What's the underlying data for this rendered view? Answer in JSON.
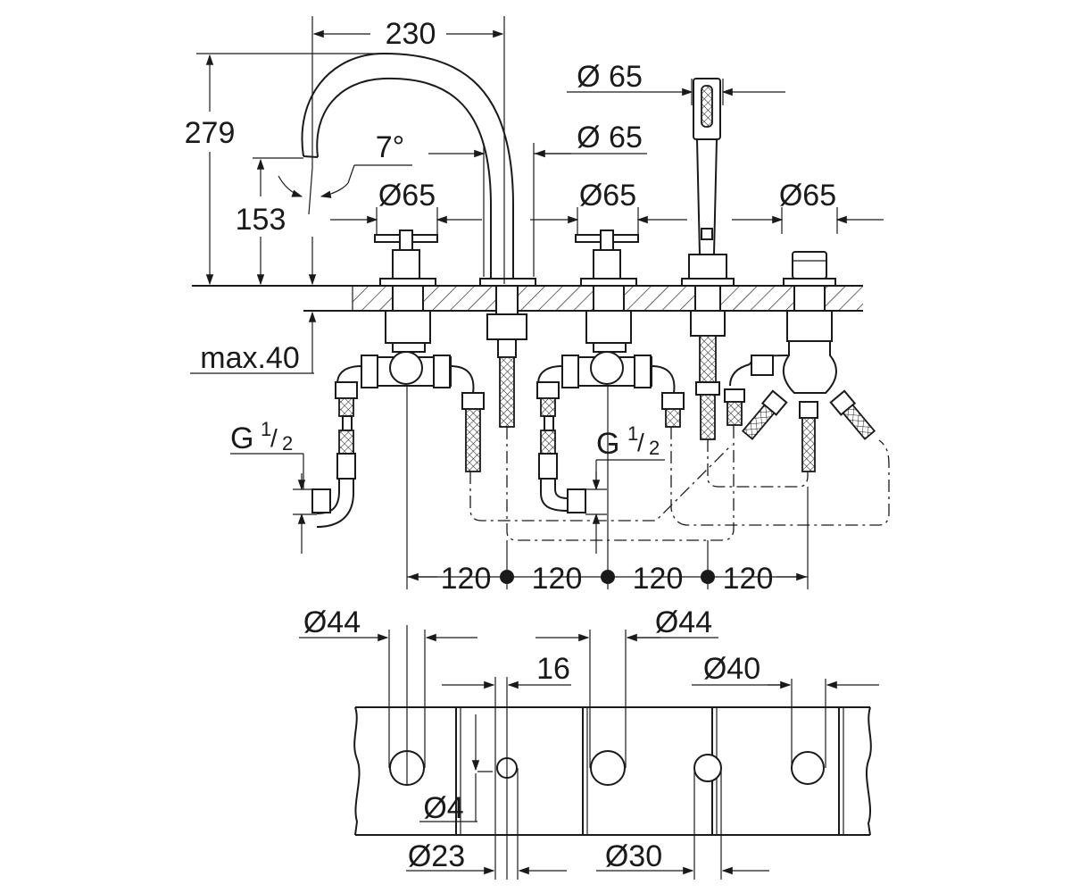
{
  "dimensions": {
    "spout_reach": "230",
    "spout_height": "279",
    "spout_outlet_height": "153",
    "spout_angle": "7°",
    "handle_left_dia": "Ø65",
    "spout_base_dia": "Ø 65",
    "shower_dia": "Ø 65",
    "handle_mid_dia": "Ø65",
    "diverter_dia": "Ø65",
    "deck_thickness": "max.40",
    "thread_left": "G",
    "thread_right": "G",
    "thread_fraction_num": "1",
    "thread_fraction_den": "2",
    "spacing": [
      "120",
      "120",
      "120",
      "120"
    ],
    "hole_44_left": "Ø44",
    "hole_44_right": "Ø44",
    "hole_40": "Ø40",
    "offset_16": "16",
    "pin_4": "Ø4",
    "hole_23": "Ø23",
    "hole_30": "Ø30"
  }
}
